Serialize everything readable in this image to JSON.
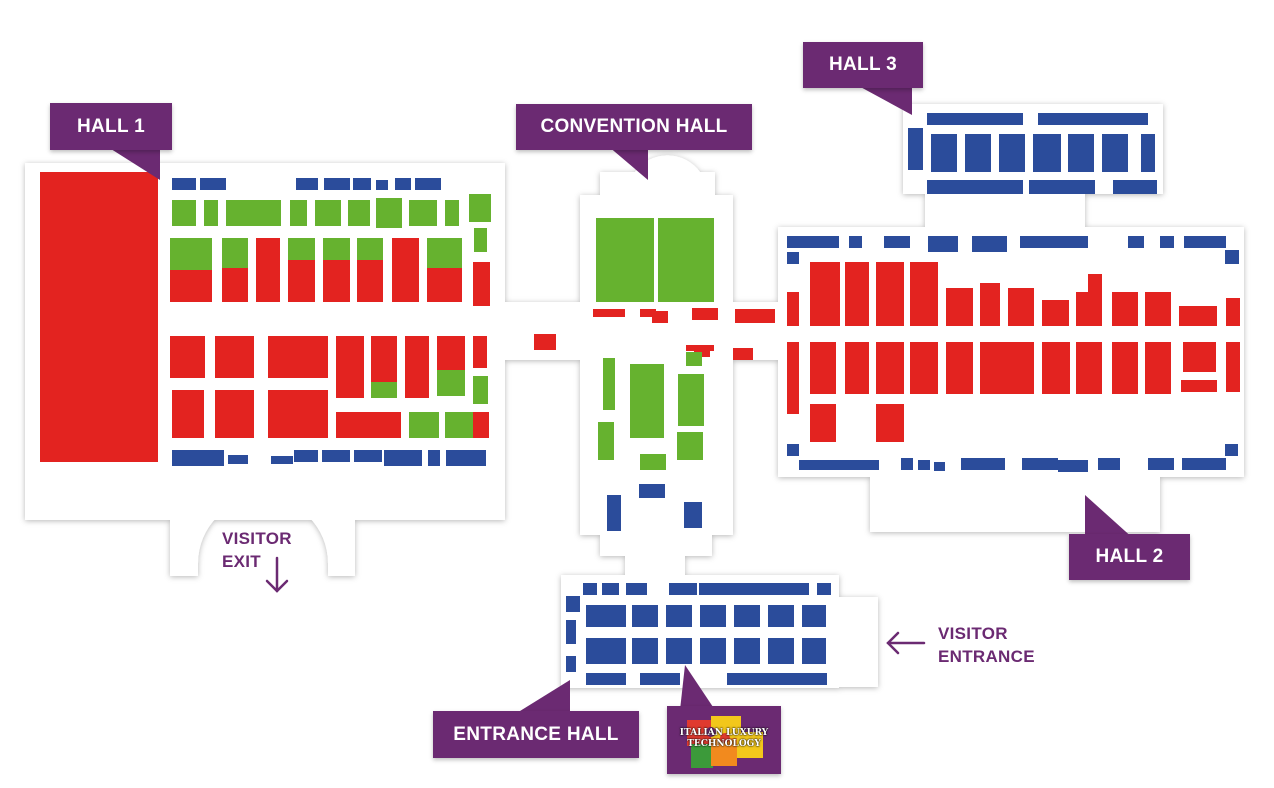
{
  "labels": {
    "hall1": "HALL 1",
    "hall2": "HALL 2",
    "hall3": "HALL 3",
    "convention_hall": "CONVENTION HALL",
    "entrance_hall": "ENTRANCE HALL",
    "visitor_exit_line1": "VISITOR",
    "visitor_exit_line2": "EXIT",
    "visitor_entrance_line1": "VISITOR",
    "visitor_entrance_line2": "ENTRANCE"
  },
  "logo": {
    "line1": "ITALIAN LUXURY",
    "line2": "TECHNOLOGY",
    "icon": "puzzle-logo"
  },
  "icons": {
    "exit_arrow": "arrow-down-icon",
    "entrance_arrow": "arrow-left-icon"
  },
  "colors": {
    "booth_red": "#e32320",
    "booth_green": "#66b22f",
    "booth_blue": "#2b4c9b",
    "label_purple": "#6b2a72",
    "floor": "#ffffff",
    "background": "#ffffff"
  }
}
